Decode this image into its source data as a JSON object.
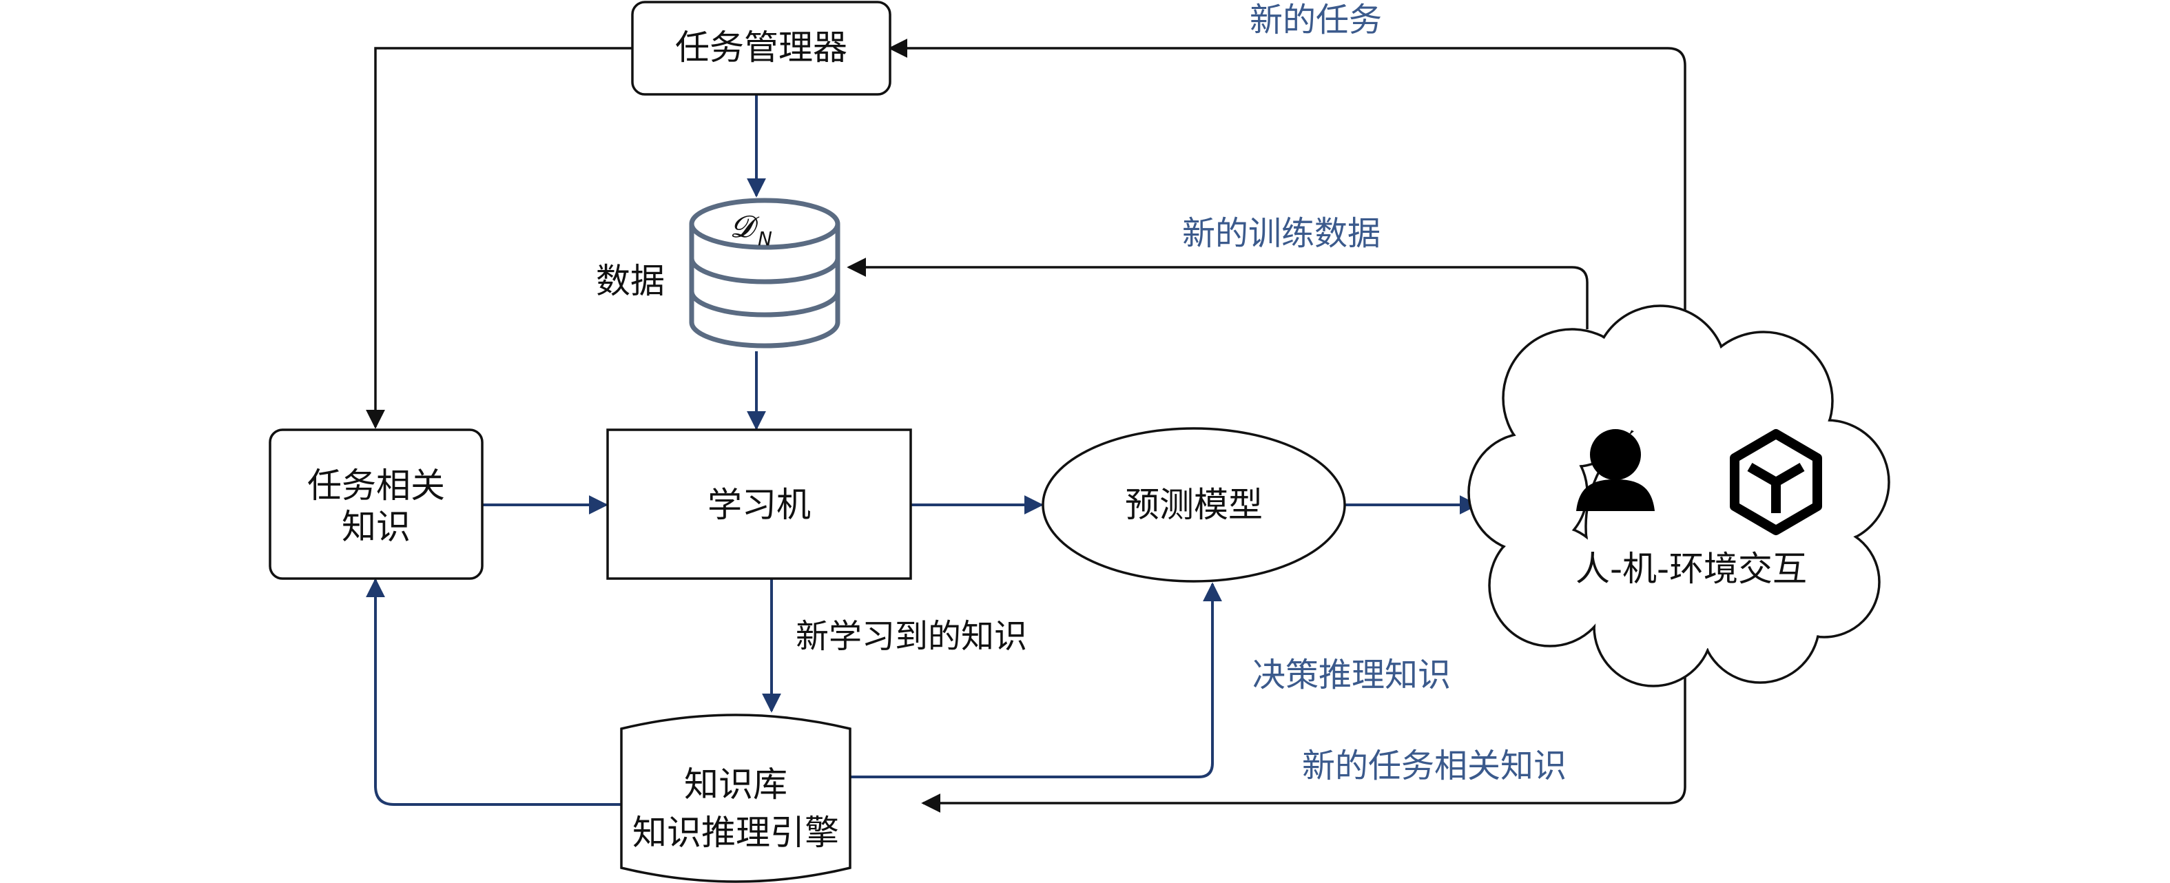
{
  "nodes": {
    "task_manager": "任务管理器",
    "data_label": "数据",
    "data_symbol": "𝓓",
    "data_subscript": "N",
    "task_knowledge_line1": "任务相关",
    "task_knowledge_line2": "知识",
    "learner": "学习机",
    "predict_model": "预测模型",
    "interaction": "人-机-环境交互",
    "kb_line1": "知识库",
    "kb_line2": "知识推理引擎"
  },
  "edges": {
    "new_task": "新的任务",
    "new_training_data": "新的训练数据",
    "new_learned_knowledge": "新学习到的知识",
    "decision_reasoning": "决策推理知识",
    "new_task_knowledge": "新的任务相关知识"
  },
  "colors": {
    "blue_line": "#1f3a6e",
    "blue_text": "#3b5a8c",
    "dark_line": "#111111",
    "db_stroke": "#5a6b82"
  },
  "icons": [
    "person-icon",
    "cube-icon"
  ]
}
